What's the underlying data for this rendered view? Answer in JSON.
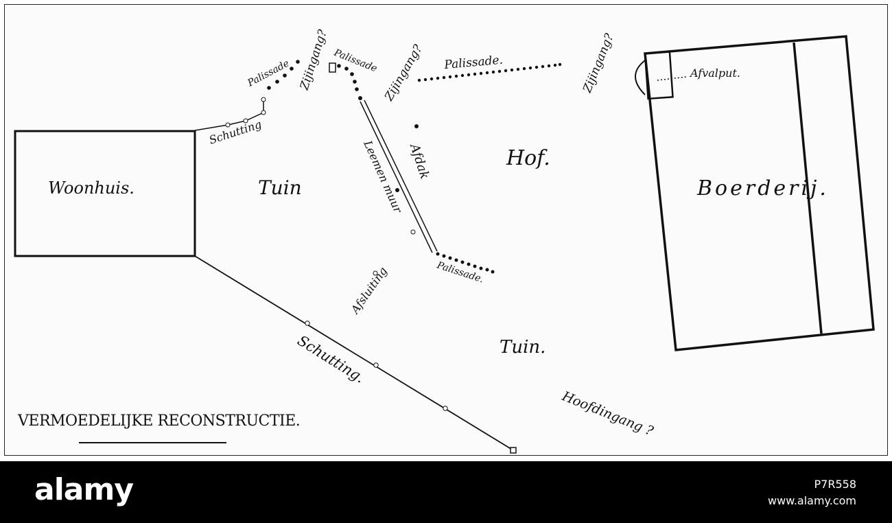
{
  "diagram": {
    "title": "VERMOEDELIJKE RECONSTRUCTIE.",
    "labels": {
      "woonhuis": "Woonhuis.",
      "tuin_left": "Tuin",
      "tuin_bottom": "Tuin.",
      "hof": "Hof.",
      "boerderij": "Boerderij.",
      "afvalput": "Afvalput.",
      "schutting_top": "Schutting",
      "schutting_bottom": "Schutting.",
      "palissade_1": "Palissade",
      "palissade_2": "Palissade",
      "palissade_3": "Palissade.",
      "palissade_4": "Palissade.",
      "zijingang_1": "Zijingang?",
      "zijingang_2": "Zijingang?",
      "zijingang_3": "Zijingang?",
      "leemen_muur": "Leemen muur",
      "afdak": "Afdak",
      "afsluiting": "Afsluiting",
      "hoofdingang": "Hoofdingang ?"
    }
  },
  "watermark": {
    "brand": "alamy",
    "image_id": "P7R558",
    "site": "www.alamy.com"
  }
}
